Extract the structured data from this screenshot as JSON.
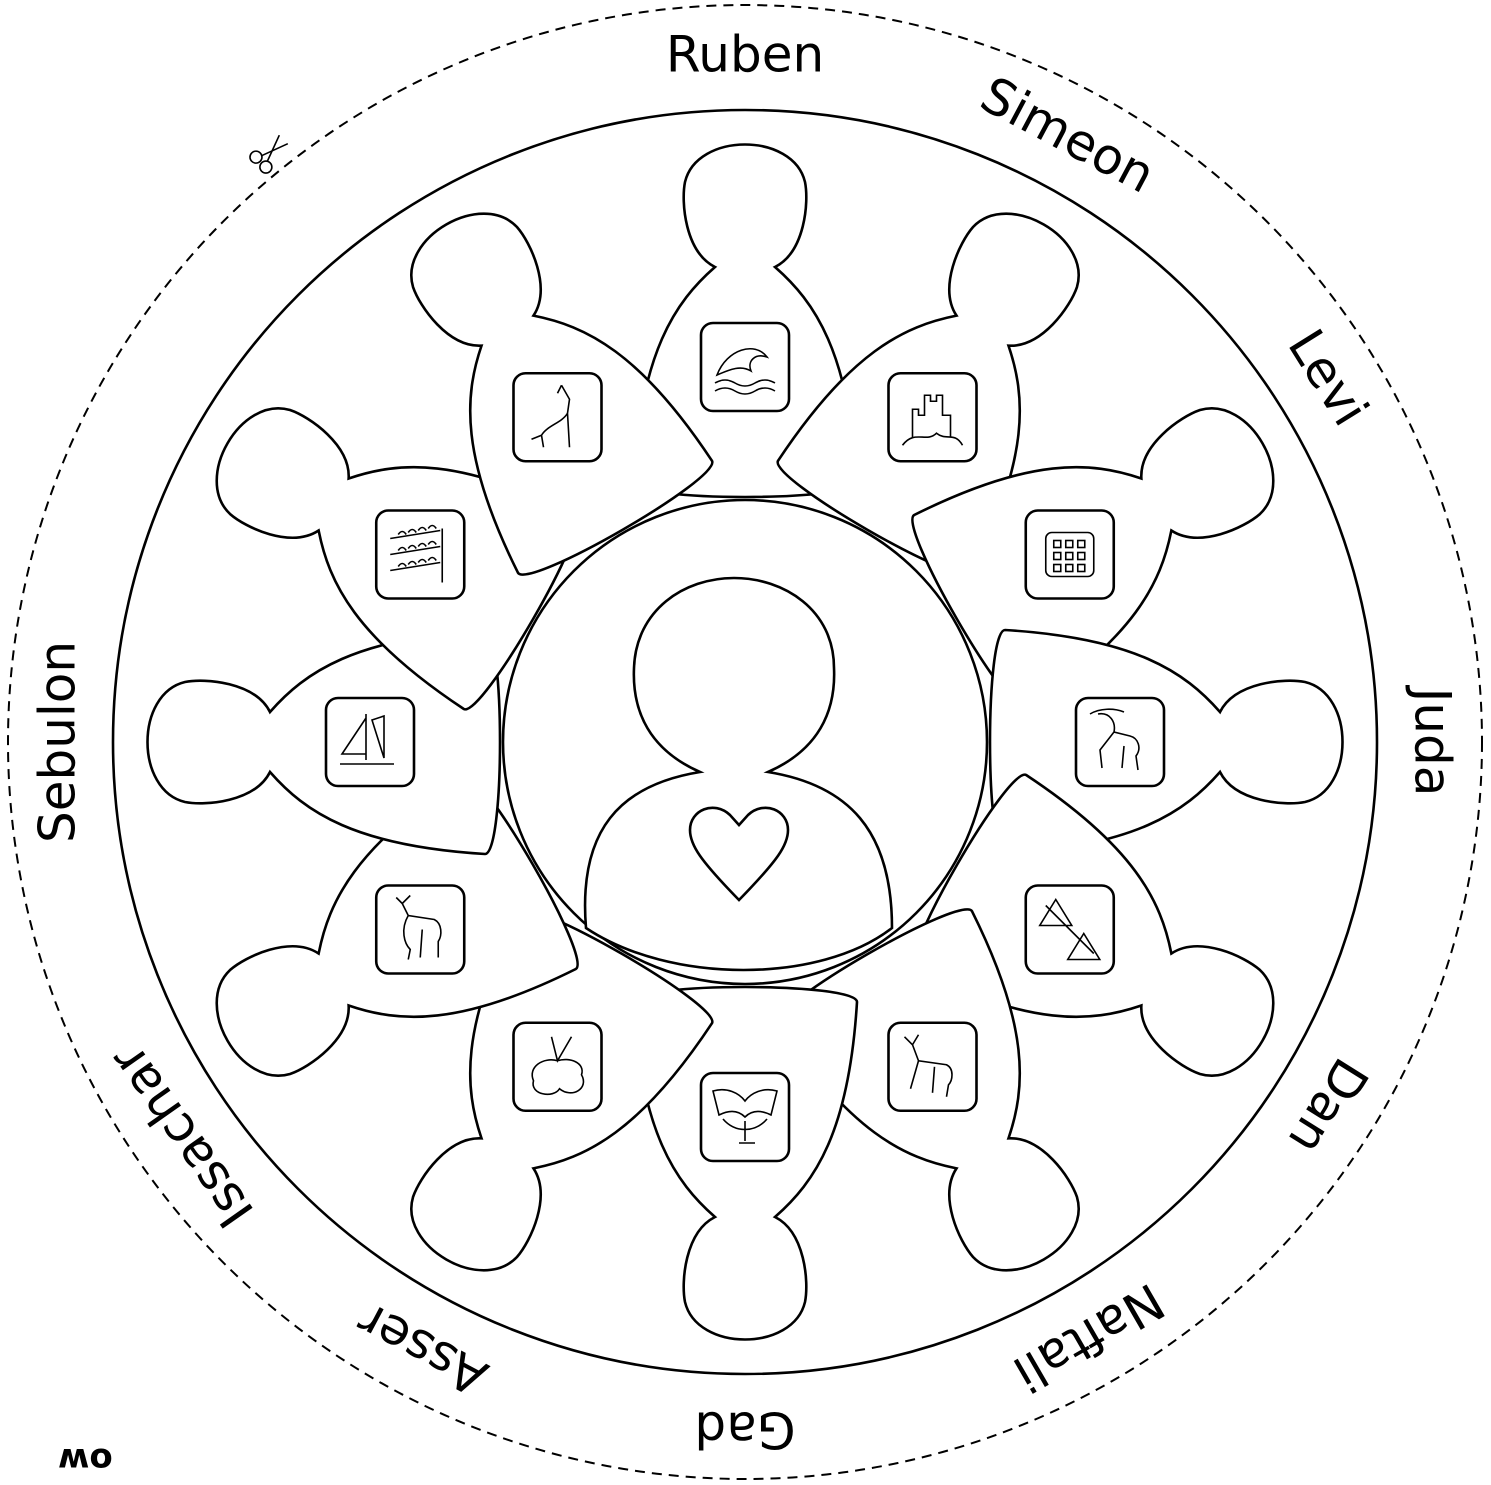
{
  "tribes": [
    {
      "name": "Ruben",
      "symbol": "waves-icon"
    },
    {
      "name": "Simeon",
      "symbol": "castle-icon"
    },
    {
      "name": "Levi",
      "symbol": "breastplate-icon"
    },
    {
      "name": "Juda",
      "symbol": "lion-icon"
    },
    {
      "name": "Dan",
      "symbol": "scales-icon"
    },
    {
      "name": "Naftali",
      "symbol": "deer-icon"
    },
    {
      "name": "Gad",
      "symbol": "tent-icon"
    },
    {
      "name": "Asser",
      "symbol": "tree-icon"
    },
    {
      "name": "Issachar",
      "symbol": "donkey-icon"
    },
    {
      "name": "Sebulon",
      "symbol": "ship-icon"
    },
    {
      "name": "",
      "symbol": "wheat-icon"
    },
    {
      "name": "",
      "symbol": "wolf-icon"
    }
  ],
  "center": {
    "symbol": "heart-icon"
  },
  "credit": "ow"
}
